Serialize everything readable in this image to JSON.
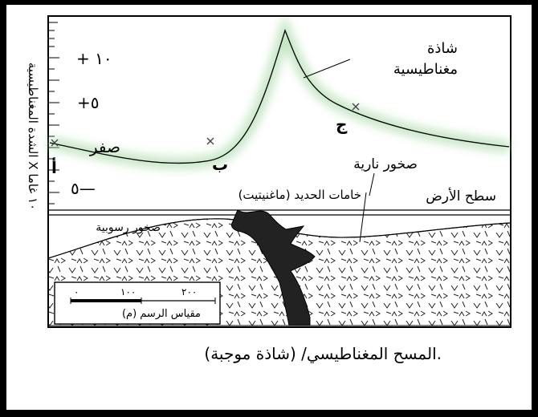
{
  "y_axis": {
    "label": "الشدة المغناطيسية X ١٠ غاما",
    "ticks": [
      "+ ١٠",
      "+٥",
      "صفر",
      "٥—"
    ]
  },
  "labels": {
    "anomaly": "شاذة مغناطيسية",
    "anomaly_line1": "شاذة",
    "anomaly_line2": "مغناطيسية",
    "point_a": "أ",
    "point_b": "ب",
    "point_j": "ج",
    "igneous": "صخور نارية",
    "ground": "سطح الأرض",
    "ore": "خامات الحديد (ماغنيتيت)",
    "sedimentary": "صخور رسوبية"
  },
  "scale": {
    "ticks": [
      "٠",
      "١٠٠",
      "٢٠٠"
    ],
    "caption": "مقياس الرسم (م)"
  },
  "caption": "المسح المغناطيسي/ (شاذة موجبة)."
}
